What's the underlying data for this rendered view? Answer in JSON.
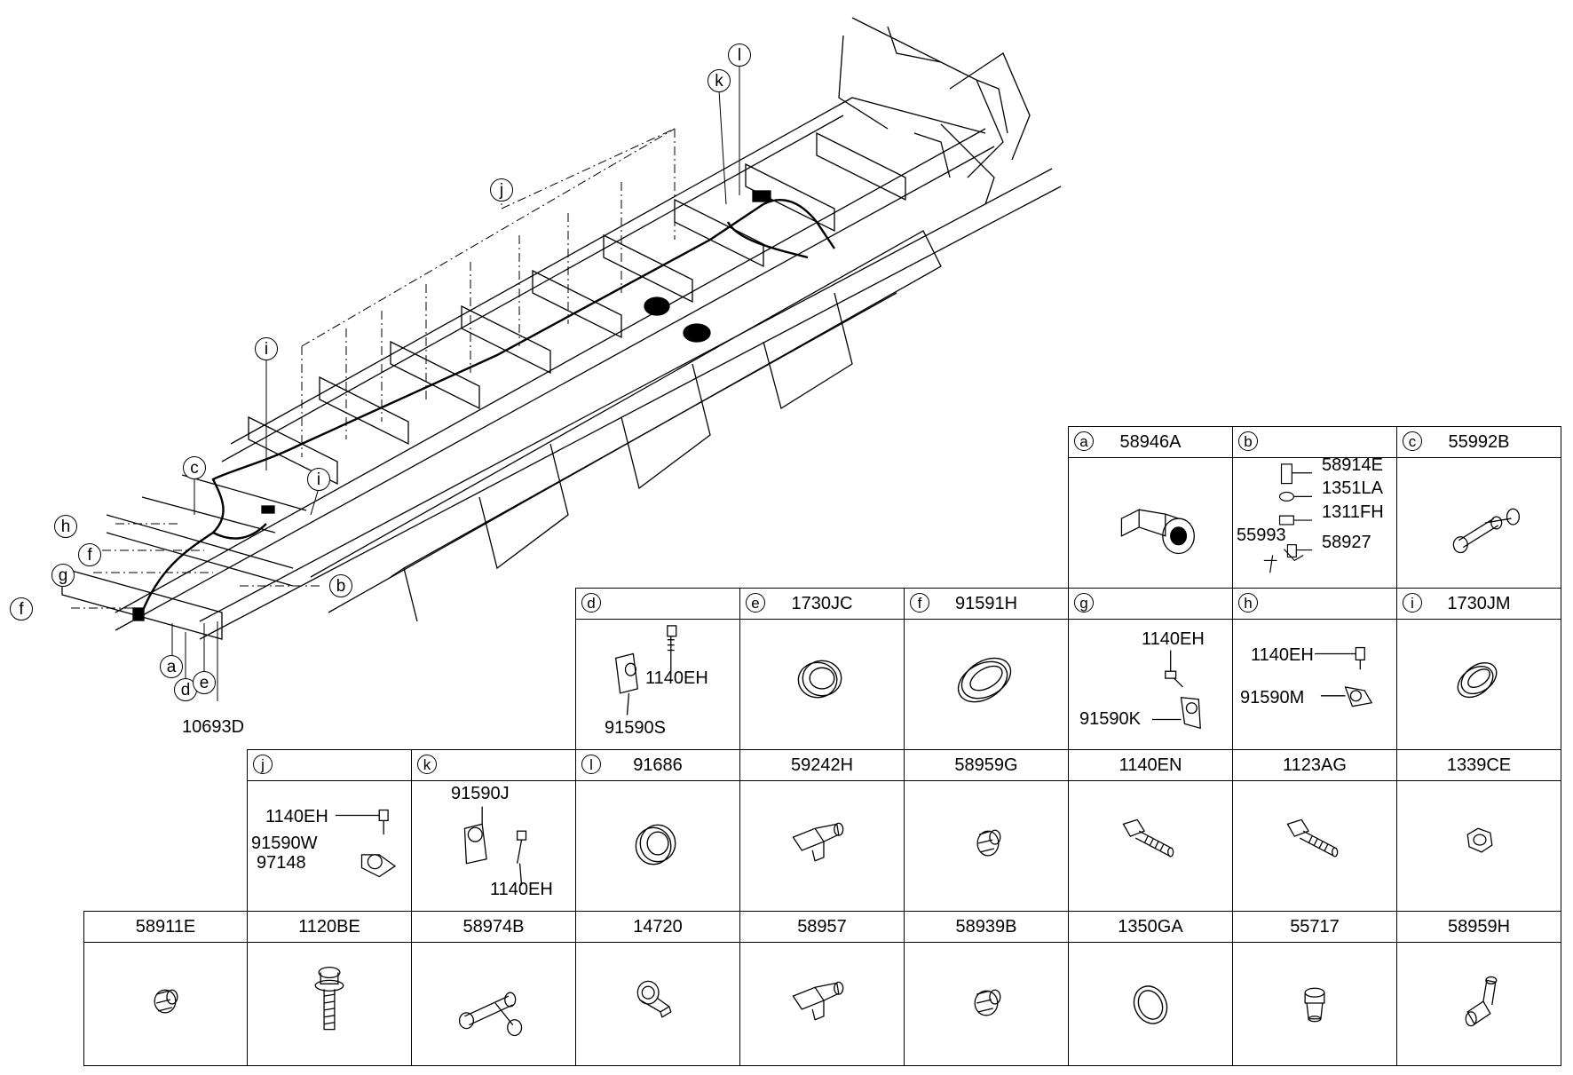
{
  "frame_callouts": [
    {
      "letter": "l"
    },
    {
      "letter": "k"
    },
    {
      "letter": "j"
    },
    {
      "letter": "i"
    },
    {
      "letter": "i"
    },
    {
      "letter": "c"
    },
    {
      "letter": "h"
    },
    {
      "letter": "f"
    },
    {
      "letter": "g"
    },
    {
      "letter": "f"
    },
    {
      "letter": "b"
    },
    {
      "letter": "a"
    },
    {
      "letter": "d"
    },
    {
      "letter": "e"
    }
  ],
  "frame_part_label": "10693D",
  "cells": [
    {
      "letter": "a",
      "title": "58946A"
    },
    {
      "letter": "b",
      "title": "",
      "parts": [
        "58914E",
        "1351LA",
        "1311FH",
        "55993",
        "58927"
      ]
    },
    {
      "letter": "c",
      "title": "55992B"
    },
    {
      "letter": "d",
      "title": "",
      "parts": [
        "1140EH",
        "91590S"
      ]
    },
    {
      "letter": "e",
      "title": "1730JC"
    },
    {
      "letter": "f",
      "title": "91591H"
    },
    {
      "letter": "g",
      "title": "",
      "parts": [
        "1140EH",
        "91590K"
      ]
    },
    {
      "letter": "h",
      "title": "",
      "parts": [
        "1140EH",
        "91590M"
      ]
    },
    {
      "letter": "i",
      "title": "1730JM"
    },
    {
      "letter": "j",
      "title": "",
      "parts": [
        "1140EH",
        "91590W",
        "97148"
      ]
    },
    {
      "letter": "k",
      "title": "",
      "parts": [
        "91590J",
        "1140EH"
      ]
    },
    {
      "letter": "l",
      "title": "91686"
    },
    {
      "letter": "",
      "title": "59242H"
    },
    {
      "letter": "",
      "title": "58959G"
    },
    {
      "letter": "",
      "title": "1140EN"
    },
    {
      "letter": "",
      "title": "1123AG"
    },
    {
      "letter": "",
      "title": "1339CE"
    },
    {
      "letter": "",
      "title": "58911E"
    },
    {
      "letter": "",
      "title": "1120BE"
    },
    {
      "letter": "",
      "title": "58974B"
    },
    {
      "letter": "",
      "title": "14720"
    },
    {
      "letter": "",
      "title": "58957"
    },
    {
      "letter": "",
      "title": "58939B"
    },
    {
      "letter": "",
      "title": "1350GA"
    },
    {
      "letter": "",
      "title": "55717"
    },
    {
      "letter": "",
      "title": "58959H"
    }
  ]
}
